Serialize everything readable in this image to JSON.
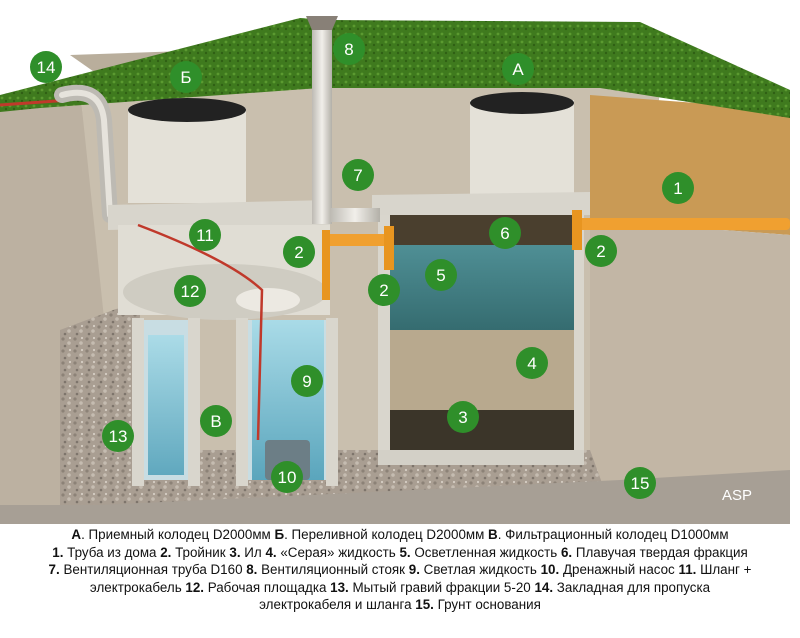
{
  "colors": {
    "grass": "#3f7a1e",
    "soil": "#c3b8a8",
    "sand": "#c99a55",
    "gravel": "#a79c90",
    "concrete": "#dcd9d0",
    "clear_water": "#7bc3d6",
    "settled_liquid": "#3f7f84",
    "grey_liquid": "#b8a98e",
    "sludge": "#3b3529",
    "floating_solids": "#4a3f2e",
    "pipe_orange": "#f0a030",
    "marker_green": "#2f8f2a",
    "cable_red": "#c0392b"
  },
  "markers": [
    "14",
    "Б",
    "8",
    "A",
    "1",
    "7",
    "6",
    "11",
    "2",
    "2",
    "5",
    "12",
    "2",
    "9",
    "4",
    "13",
    "B",
    "3",
    "10",
    "15"
  ],
  "watermark": "ASP",
  "caption": {
    "lines": [
      [
        {
          "b": "А"
        },
        {
          "t": ". Приемный колодец D2000мм "
        },
        {
          "b": "Б"
        },
        {
          "t": ". Переливной колодец D2000мм  "
        },
        {
          "b": "В"
        },
        {
          "t": ". Фильтрационный колодец D1000мм"
        }
      ],
      [
        {
          "b": "1."
        },
        {
          "t": " Труба из дома "
        },
        {
          "b": "2."
        },
        {
          "t": " Тройник "
        },
        {
          "b": "3."
        },
        {
          "t": " Ил "
        },
        {
          "b": "4."
        },
        {
          "t": " «Серая» жидкость "
        },
        {
          "b": "5."
        },
        {
          "t": " Осветленная жидкость "
        },
        {
          "b": "6."
        },
        {
          "t": " Плавучая твердая фракция"
        }
      ],
      [
        {
          "b": "7."
        },
        {
          "t": " Вентиляционная труба D160 "
        },
        {
          "b": "8."
        },
        {
          "t": " Вентиляционный стояк "
        },
        {
          "b": "9."
        },
        {
          "t": " Светлая жидкость "
        },
        {
          "b": "10."
        },
        {
          "t": " Дренажный насос "
        },
        {
          "b": "11."
        },
        {
          "t": " Шланг +"
        }
      ],
      [
        {
          "t": "электрокабель "
        },
        {
          "b": "12."
        },
        {
          "t": " Рабочая площадка "
        },
        {
          "b": "13."
        },
        {
          "t": " Мытый гравий фракции 5-20 "
        },
        {
          "b": "14."
        },
        {
          "t": " Закладная для пропуска"
        }
      ],
      [
        {
          "t": "электрокабеля и шланга "
        },
        {
          "b": "15."
        },
        {
          "t": " Грунт основания"
        }
      ]
    ]
  }
}
